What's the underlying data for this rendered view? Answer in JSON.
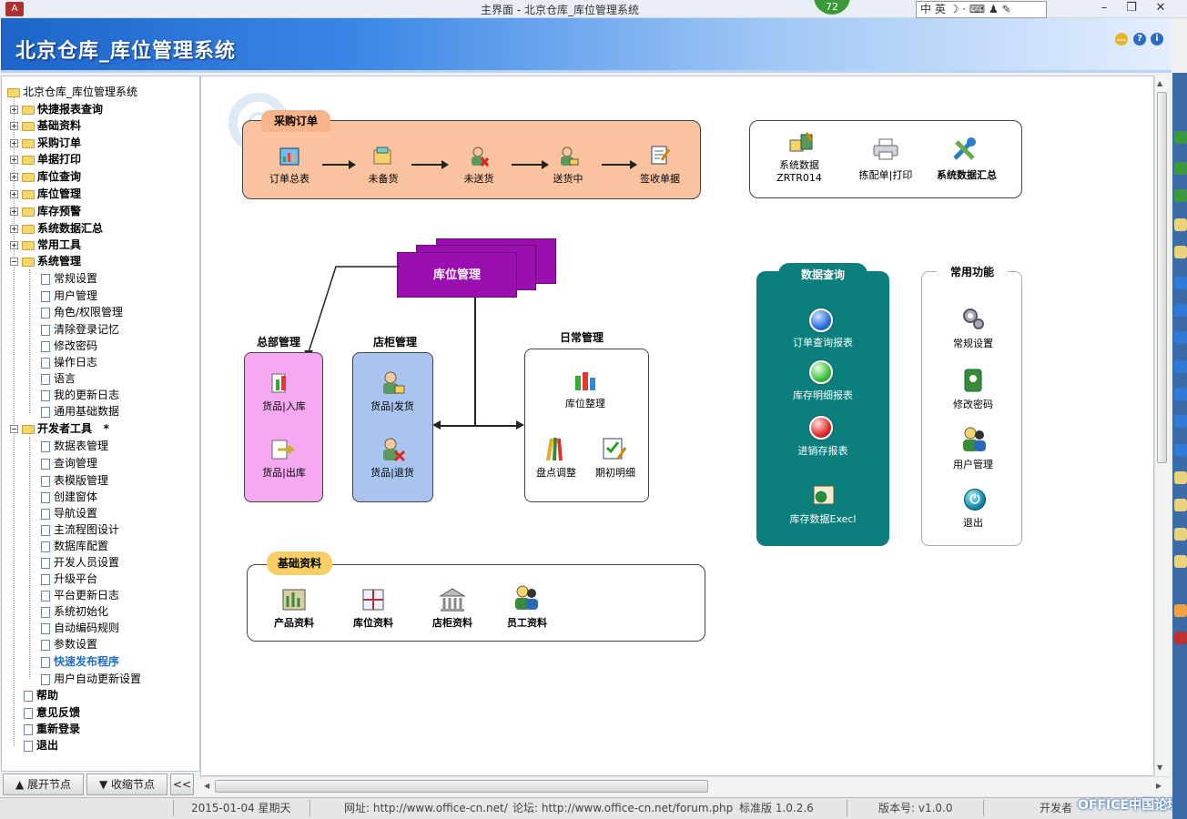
{
  "window": {
    "title": "主界面 - 北京仓库_库位管理系统",
    "badge": "72",
    "ime": "中 英 ☽ · ⌨ ♟ ✎",
    "min": "–",
    "max": "❐",
    "close": "✕",
    "app_icon": "A",
    "app_title": "北京仓库_库位管理系统",
    "help_icons": [
      "…",
      "?",
      "i"
    ]
  },
  "sidebar": {
    "root": "北京仓库_库位管理系统",
    "groups": [
      "快捷报表查询",
      "基础资料",
      "采购订单",
      "单据打印",
      "库位查询",
      "库位管理",
      "库存预警",
      "系统数据汇总",
      "常用工具",
      "系统管理"
    ],
    "sysmgmt_items": [
      "常规设置",
      "用户管理",
      "角色/权限管理",
      "清除登录记忆",
      "修改密码",
      "操作日志",
      "语言",
      "我的更新日志",
      "通用基础数据"
    ],
    "dev_group": "开发者工具",
    "dev_mark": "*",
    "dev_items": [
      "数据表管理",
      "查询管理",
      "表模版管理",
      "创建窗体",
      "导航设置",
      "主流程图设计",
      "数据库配置",
      "开发人员设置",
      "升级平台",
      "平台更新日志",
      "系统初始化",
      "自动编码规则",
      "参数设置",
      "快速发布程序",
      "用户自动更新设置"
    ],
    "bottom_items": [
      "帮助",
      "意见反馈",
      "重新登录",
      "退出"
    ],
    "expand_btn": "展开节点",
    "collapse_btn": "收缩节点",
    "toggle_btn": "<<"
  },
  "purchase": {
    "tab": "采购订单",
    "steps": [
      "订单总表",
      "未备货",
      "未送货",
      "送货中",
      "签收单据"
    ]
  },
  "system_panel": {
    "items": [
      {
        "line1": "系统数据",
        "line2": "ZRTR014"
      },
      {
        "line1": "拣配单|打印",
        "line2": ""
      },
      {
        "line1": "系统数据汇总",
        "line2": ""
      }
    ]
  },
  "location_mgmt": {
    "center": "库位管理",
    "hq_title": "总部管理",
    "hq_items": [
      "货品|入库",
      "货品|出库"
    ],
    "store_title": "店柜管理",
    "store_items": [
      "货品|发货",
      "货品|退货"
    ],
    "daily_title": "日常管理",
    "daily_items": [
      "库位整理",
      "盘点调整",
      "期初明细"
    ]
  },
  "data_query": {
    "title": "数据查询",
    "items": [
      "订单查询报表",
      "库存明细报表",
      "进销存报表",
      "库存数据Execl"
    ]
  },
  "common": {
    "title": "常用功能",
    "items": [
      "常规设置",
      "修改密码",
      "用户管理",
      "退出"
    ]
  },
  "basic": {
    "tab": "基础资料",
    "items": [
      "产品资料",
      "库位资料",
      "店柜资料",
      "员工资料"
    ]
  },
  "status": {
    "date": "2015-01-04 星期天",
    "url": "网址: http://www.office-cn.net/",
    "forum": "论坛: http://www.office-cn.net/forum.php",
    "edition": "标准版 1.0.2.6",
    "version": "版本号: v1.0.0",
    "dev": "开发者",
    "watermark": "OFFICE中国论坛"
  },
  "colors": {
    "purchase_bg": "#f9c3a0",
    "purchase_tab": "#f7b48a",
    "center_node": "#9b0fb0",
    "hq_bg": "#f6a8f0",
    "store_bg": "#a9c4ef",
    "query_bg": "#0b7f7c",
    "basic_tab": "#f7cf66"
  }
}
